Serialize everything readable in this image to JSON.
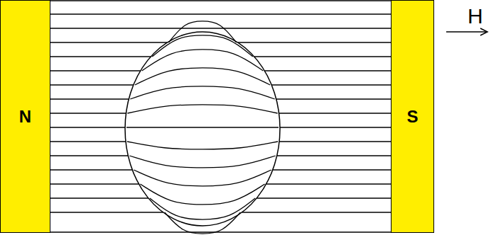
{
  "diagram": {
    "nodes": [
      {
        "text": [
          "N"
        ]
      },
      {
        "text": [
          "S"
        ]
      }
    ],
    "labels": [
      "H"
    ]
  }
}
